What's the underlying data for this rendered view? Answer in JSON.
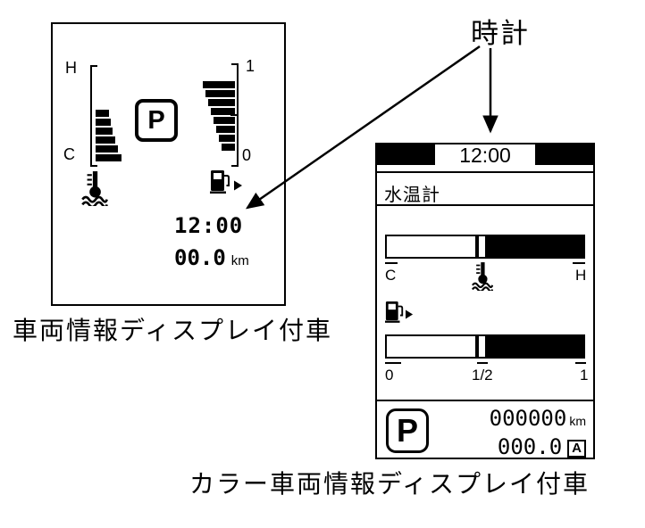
{
  "annotation": {
    "clock_label": "時計"
  },
  "colors": {
    "foreground": "#000000",
    "background": "#ffffff"
  },
  "left_display": {
    "caption": "車両情報ディスプレイ付車",
    "temp_gauge": {
      "top_label": "H",
      "bottom_label": "C",
      "reading": "mid"
    },
    "fuel_gauge": {
      "top_label": "1",
      "bottom_label": "0",
      "reading": "full"
    },
    "gear_indicator": "P",
    "clock": "12:00",
    "odometer_value": "00.0",
    "odometer_unit": "km"
  },
  "right_display": {
    "caption": "カラー車両情報ディスプレイ付車",
    "clock": "12:00",
    "section_title": "水温計",
    "temp_gauge": {
      "left_label": "C",
      "right_label": "H",
      "reading": "mid"
    },
    "fuel_gauge": {
      "left_label": "0",
      "center_label": "1/2",
      "right_label": "1",
      "reading": "half"
    },
    "gear_indicator": "P",
    "odometer_value": "000000",
    "odometer_unit": "km",
    "trip_value": "000.0",
    "trip_mode": "A"
  },
  "icons": {
    "coolant_temp": "coolant-temperature-icon",
    "fuel_pump": "fuel-pump-icon",
    "filler_side_arrow": "fuel-filler-arrow-icon"
  }
}
